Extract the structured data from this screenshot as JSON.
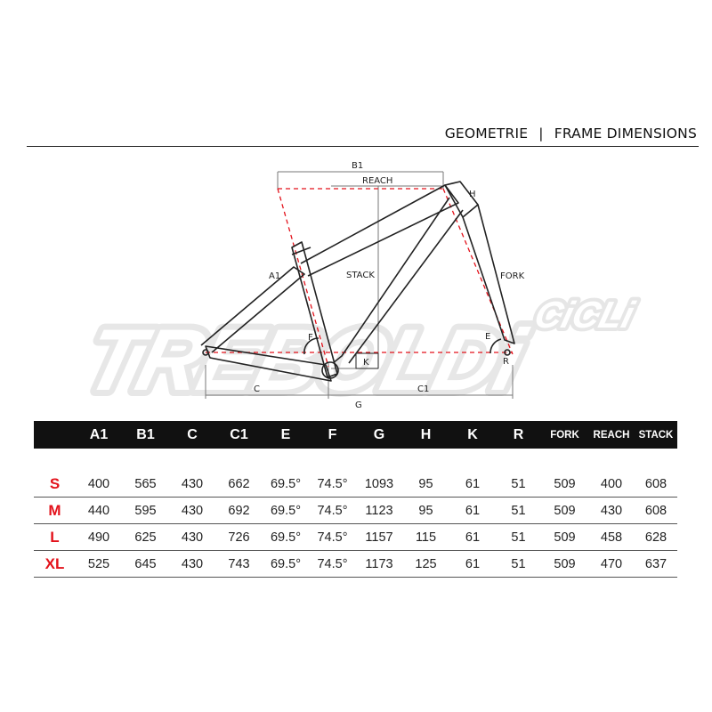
{
  "header": {
    "title_de": "GEOMETRIE",
    "separator": "|",
    "title_en": "FRAME DIMENSIONS"
  },
  "watermark": {
    "main": "TREBOLDi",
    "sub": "CiCLi"
  },
  "diagram_labels": {
    "b1": "B1",
    "reach": "REACH",
    "h": "H",
    "a1": "A1",
    "stack": "STACK",
    "fork": "FORK",
    "f": "F",
    "e": "E",
    "k": "K",
    "r": "R",
    "c": "C",
    "c1": "C1",
    "g": "G"
  },
  "colors": {
    "accent_red": "#e3121b",
    "header_bg": "#111111",
    "frame_line": "#222222"
  },
  "table": {
    "columns": [
      "",
      "A1",
      "B1",
      "C",
      "C1",
      "E",
      "F",
      "G",
      "H",
      "K",
      "R",
      "FORK",
      "REACH",
      "STACK"
    ],
    "rows": [
      [
        "S",
        "400",
        "565",
        "430",
        "662",
        "69.5°",
        "74.5°",
        "1093",
        "95",
        "61",
        "51",
        "509",
        "400",
        "608"
      ],
      [
        "M",
        "440",
        "595",
        "430",
        "692",
        "69.5°",
        "74.5°",
        "1123",
        "95",
        "61",
        "51",
        "509",
        "430",
        "608"
      ],
      [
        "L",
        "490",
        "625",
        "430",
        "726",
        "69.5°",
        "74.5°",
        "1157",
        "115",
        "61",
        "51",
        "509",
        "458",
        "628"
      ],
      [
        "XL",
        "525",
        "645",
        "430",
        "743",
        "69.5°",
        "74.5°",
        "1173",
        "125",
        "61",
        "51",
        "509",
        "470",
        "637"
      ]
    ]
  }
}
